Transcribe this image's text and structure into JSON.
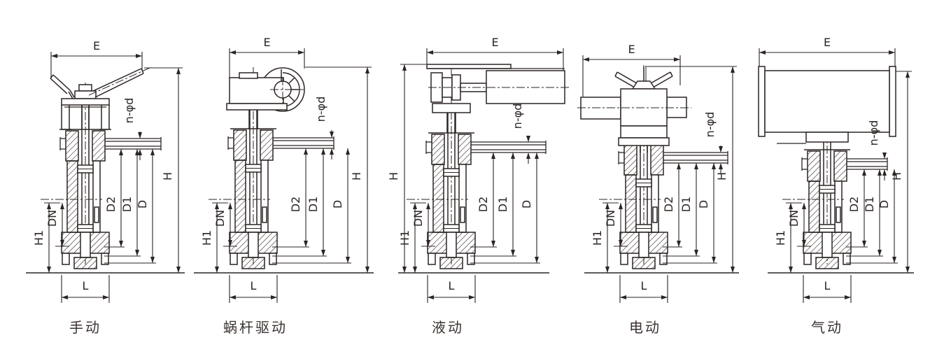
{
  "diagram": {
    "title": "butterfly-valve-actuator-dimension-drawings",
    "background": "#ffffff",
    "line_color": "#2b2523",
    "text_color": "#2b2523",
    "dim_labels": {
      "E": "E",
      "H": "H",
      "H1": "H1",
      "DN": "DN",
      "D2": "D2",
      "D1": "D1",
      "D": "D",
      "L": "L",
      "n_phi_d": "n-φd"
    },
    "valves": [
      {
        "id": "manual",
        "caption": "手动",
        "actuator": "hand-lever"
      },
      {
        "id": "worm-gear",
        "caption": "蜗杆驱动",
        "actuator": "worm-gearbox-handwheel"
      },
      {
        "id": "hydraulic",
        "caption": "液动",
        "actuator": "hydraulic-cylinder"
      },
      {
        "id": "electric",
        "caption": "电动",
        "actuator": "electric-motor-handwheel"
      },
      {
        "id": "pneumatic",
        "caption": "气动",
        "actuator": "pneumatic-cylinder"
      }
    ]
  }
}
